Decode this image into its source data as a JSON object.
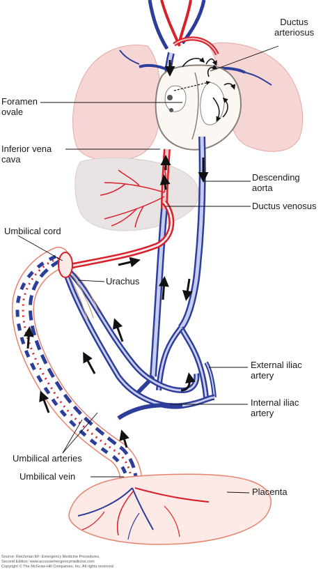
{
  "colors": {
    "vein_blue": "#2d3d9a",
    "vein_fill": "#c7cdf0",
    "artery_red": "#d8202a",
    "lung_fill": "#f6d6d4",
    "liver_fill": "#e9e3e3",
    "cord_outline": "#e7826f",
    "arrow": "#111111"
  },
  "labels": {
    "ductus_arteriosus": "Ductus\narteriosus",
    "foramen_ovale": "Foramen\novale",
    "inferior_vena_cava": "Inferior vena\ncava",
    "descending_aorta": "Descending\naorta",
    "ductus_venosus": "Ductus venosus",
    "umbilical_cord": "Umbilical cord",
    "urachus": "Urachus",
    "external_iliac_artery": "External iliac\nartery",
    "internal_iliac_artery": "Internal iliac\nartery",
    "umbilical_arteries": "Umbilical arteries",
    "umbilical_vein": "Umbilical vein",
    "placenta": "Placenta"
  },
  "credit": {
    "line1": "Source: Reichman EF: Emergency Medicine Procedures,",
    "line2": "Second Edition: www.accessemergencymedicine.com",
    "line3": "Copyright © The McGraw-Hill Companies, Inc. All rights reserved."
  }
}
